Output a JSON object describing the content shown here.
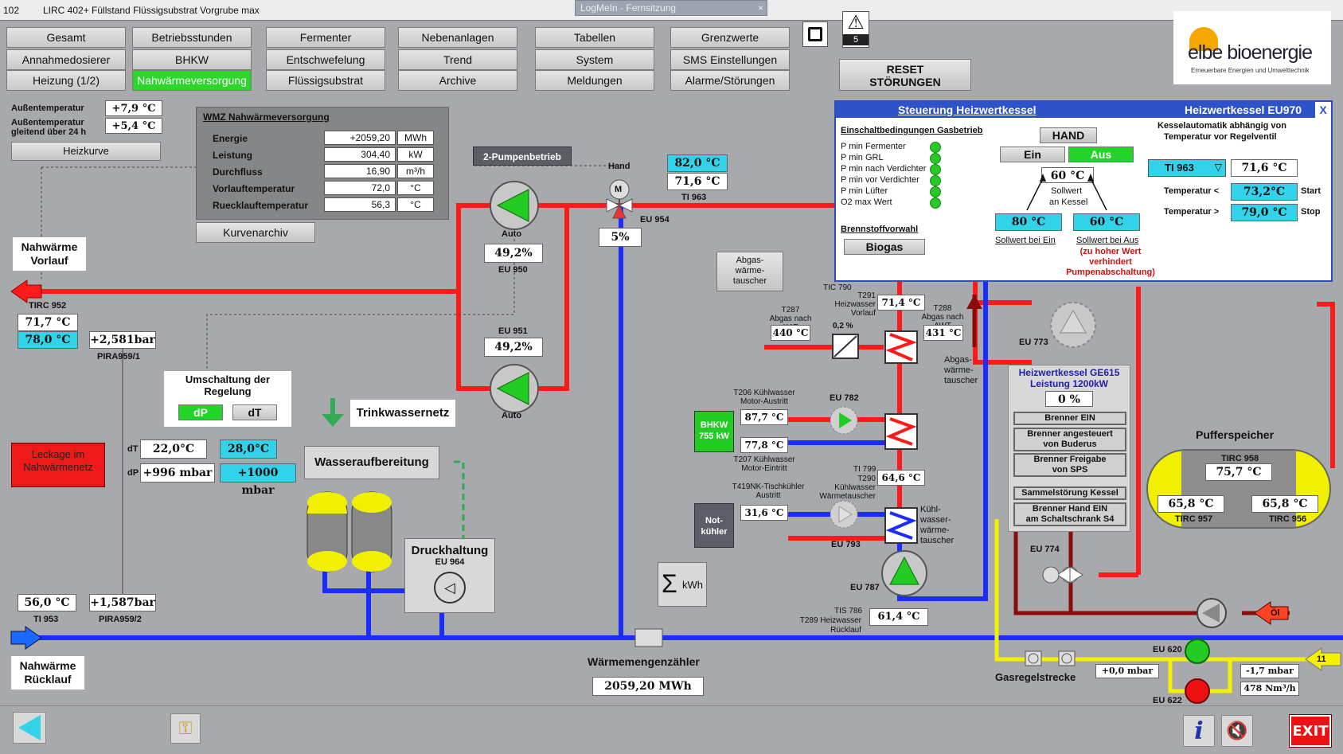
{
  "window": {
    "id": "102",
    "title": "LIRC 402+ Füllstand Flüssigsubstrat Vorgrube max",
    "remote_title": "LogMeIn - Fernsitzung"
  },
  "nav": [
    {
      "label": "Gesamt"
    },
    {
      "label": "Betriebsstunden"
    },
    {
      "label": "Fermenter"
    },
    {
      "label": "Nebenanlagen"
    },
    {
      "label": "Tabellen"
    },
    {
      "label": "Grenzwerte"
    },
    {
      "label": "Annahmedosierer"
    },
    {
      "label": "BHKW"
    },
    {
      "label": "Entschwefelung"
    },
    {
      "label": "Trend"
    },
    {
      "label": "System"
    },
    {
      "label": "SMS Einstellungen"
    },
    {
      "label": "Heizung (1/2)"
    },
    {
      "label": "Nahwärmeversorgung",
      "active": true
    },
    {
      "label": "Flüssigsubstrat"
    },
    {
      "label": "Archive"
    },
    {
      "label": "Meldungen"
    },
    {
      "label": "Alarme/Störungen"
    }
  ],
  "alarm": {
    "count": "5",
    "reset_label": "RESET\nSTÖRUNGEN"
  },
  "logo": {
    "brand": "elbe bioenergie",
    "tagline": "Erneuerbare Energien und Umwelttechnik"
  },
  "outside": {
    "temp_label": "Außentemperatur",
    "temp_value": "+7,9 °C",
    "avg_label_1": "Außentemperatur",
    "avg_label_2": "gleitend über 24 h",
    "avg_value": "+5,4 °C",
    "heizkurve_label": "Heizkurve"
  },
  "wmz": {
    "title": "WMZ Nahwärmeversorgung",
    "rows": [
      {
        "label": "Energie",
        "value": "+2059,20",
        "unit": "MWh"
      },
      {
        "label": "Leistung",
        "value": "304,40",
        "unit": "kW"
      },
      {
        "label": "Durchfluss",
        "value": "16,90",
        "unit": "m³/h"
      },
      {
        "label": "Vorlauftemperatur",
        "value": "72,0",
        "unit": "°C"
      },
      {
        "label": "Ruecklauftemperatur",
        "value": "56,3",
        "unit": "°C"
      }
    ],
    "archive_label": "Kurvenarchiv"
  },
  "pumps": {
    "mode_label": "2-Pumpenbetrieb",
    "eu950": {
      "name": "EU 950",
      "mode": "Auto",
      "value": "49,2%"
    },
    "eu951": {
      "name": "EU 951",
      "mode": "Auto",
      "value": "49,2%"
    }
  },
  "valve954": {
    "mode": "Hand",
    "motor": "M",
    "name": "EU 954",
    "value": "5%"
  },
  "ti963_top": {
    "v1": "82,0 °C",
    "v2": "71,6 °C",
    "name": "TI 963"
  },
  "vorlauf": {
    "label_1": "Nahwärme",
    "label_2": "Vorlauf",
    "tag": "TIRC 952",
    "v1": "71,7 °C",
    "v2": "78,0 °C",
    "pressure": "+2,581bar",
    "pressure_tag": "PIRA959/1"
  },
  "ruecklauf": {
    "label_1": "Nahwärme",
    "label_2": "Rücklauf",
    "temp": "56,0 °C",
    "temp_tag": "TI 953",
    "pressure": "+1,587bar",
    "pressure_tag": "PIRA959/2"
  },
  "regelung": {
    "title_1": "Umschaltung der",
    "title_2": "Regelung",
    "dp": "dP",
    "dt": "dT"
  },
  "leakage": {
    "label": "Leckage im\nNahwärmenetz"
  },
  "dtdp": {
    "dt_label": "dT",
    "dt_value": "22,0°C",
    "dt_set": "28,0°C",
    "dp_label": "dP",
    "dp_value": "+996 mbar",
    "dp_set": "+1000 mbar"
  },
  "water": {
    "trinkwasser": "Trinkwassernetz",
    "aufbereitung": "Wasseraufbereitung",
    "druckhaltung": "Druckhaltung",
    "druck_tag": "EU 964"
  },
  "meter": {
    "sigma": "Σ",
    "unit": "kWh",
    "label": "Wärmemengenzähler",
    "value": "2059,20 MWh"
  },
  "exhaust": {
    "awt_label": "Abgas-\nwärme-\ntauscher",
    "tic790": "TIC 790",
    "t291_label": "T291 Heizwasser\nVorlauf",
    "t291": "71,4 °C",
    "t287_label": "T287\nAbgas nach KAT",
    "t287": "440 °C",
    "pct": "0,2 %",
    "t288_label": "T288\nAbgas nach AWT",
    "t288": "431 °C",
    "awt2_label": "Abgas-\nwärme-\ntauscher"
  },
  "bhkw": {
    "label": "BHKW\n755 kW",
    "t206_label": "T206 Kühlwasser\nMotor-Austritt",
    "t206": "87,7 °C",
    "t207_label": "T207 Kühlwasser\nMotor-Eintritt",
    "t207": "77,8 °C",
    "eu782": "EU 782",
    "ti799": "TI 799",
    "t290_label": "T290 Kühlwasser\nWärmetauscher",
    "t290": "64,6 °C"
  },
  "notkuehler": {
    "label": "Not-\nkühler",
    "t419_label": "T419NK-Tischkühler\nAustritt",
    "t419": "31,6 °C",
    "eu793": "EU 793",
    "kuehl_label": "Kühl-\nwasser-\nwärme-\ntauscher",
    "eu787": "EU 787",
    "tis786": "TIS 786",
    "t289_label": "T289 Heizwasser Rücklauf",
    "t289": "61,4 °C"
  },
  "steuerung": {
    "title": "Steuerung Heizwertkessel",
    "title_right": "Heizwertkessel EU970",
    "close": "X",
    "cond_title": "Einschaltbedingungen Gasbetrieb",
    "conditions": [
      "P min Fermenter",
      "P min GRL",
      "P min nach Verdichter",
      "P min vor Verdichter",
      "P min Lüfter",
      "O2 max Wert"
    ],
    "hand": "HAND",
    "ein": "Ein",
    "aus": "Aus",
    "sollwert": "60 °C",
    "sollwert_label_1": "Sollwert",
    "sollwert_label_2": "an Kessel",
    "sw_ein": "80 °C",
    "sw_aus": "60 °C",
    "sw_ein_label": "Sollwert bei Ein",
    "sw_aus_label": "Sollwert bei Aus",
    "warning": "(zu hoher Wert\nverhindert\nPumpenabschaltung)",
    "fuel_title": "Brennstoffvorwahl",
    "fuel": "Biogas",
    "auto_title_1": "Kesselautomatik abhängig von",
    "auto_title_2": "Temperatur vor Regelventil",
    "sensor": "TI 963",
    "sensor_value": "71,6 °C",
    "start_label": "Temperatur <",
    "start_value": "73,2°C",
    "start": "Start",
    "stop_label": "Temperatur >",
    "stop_value": "79,0 °C",
    "stop": "Stop"
  },
  "kessel": {
    "eu773": "EU 773",
    "title": "Heizwertkessel GE615",
    "power": "Leistung 1200kW",
    "value": "0 %",
    "states": [
      "Brenner EIN",
      "Brenner angesteuert\nvon Buderus",
      "Brenner Freigabe\nvon SPS",
      "Sammelstörung Kessel",
      "Brenner Hand EIN\nam Schaltschrank S4"
    ],
    "eu774": "EU 774"
  },
  "puffer": {
    "title": "Pufferspeicher",
    "tirc958": "TIRC 958",
    "v958": "75,7 °C",
    "v957": "65,8 °C",
    "tirc957": "TIRC 957",
    "v956": "65,8 °C",
    "tirc956": "TIRC 956"
  },
  "gas": {
    "oil": "Öl",
    "strecke": "Gasregelstrecke",
    "pressure": "+0,0 mbar",
    "eu620": "EU 620",
    "eu622": "EU 622",
    "p2": "-1,7 mbar",
    "flow": "478 Nm³/h",
    "input": "11"
  },
  "colors": {
    "background": "#a7a9ad",
    "hot": "#ff1a1a",
    "cold": "#1a2cff",
    "gas": "#f5f000",
    "pump": "#22cc22",
    "cyan": "#31d2ea",
    "steuerung_header": "#2e52c9"
  }
}
